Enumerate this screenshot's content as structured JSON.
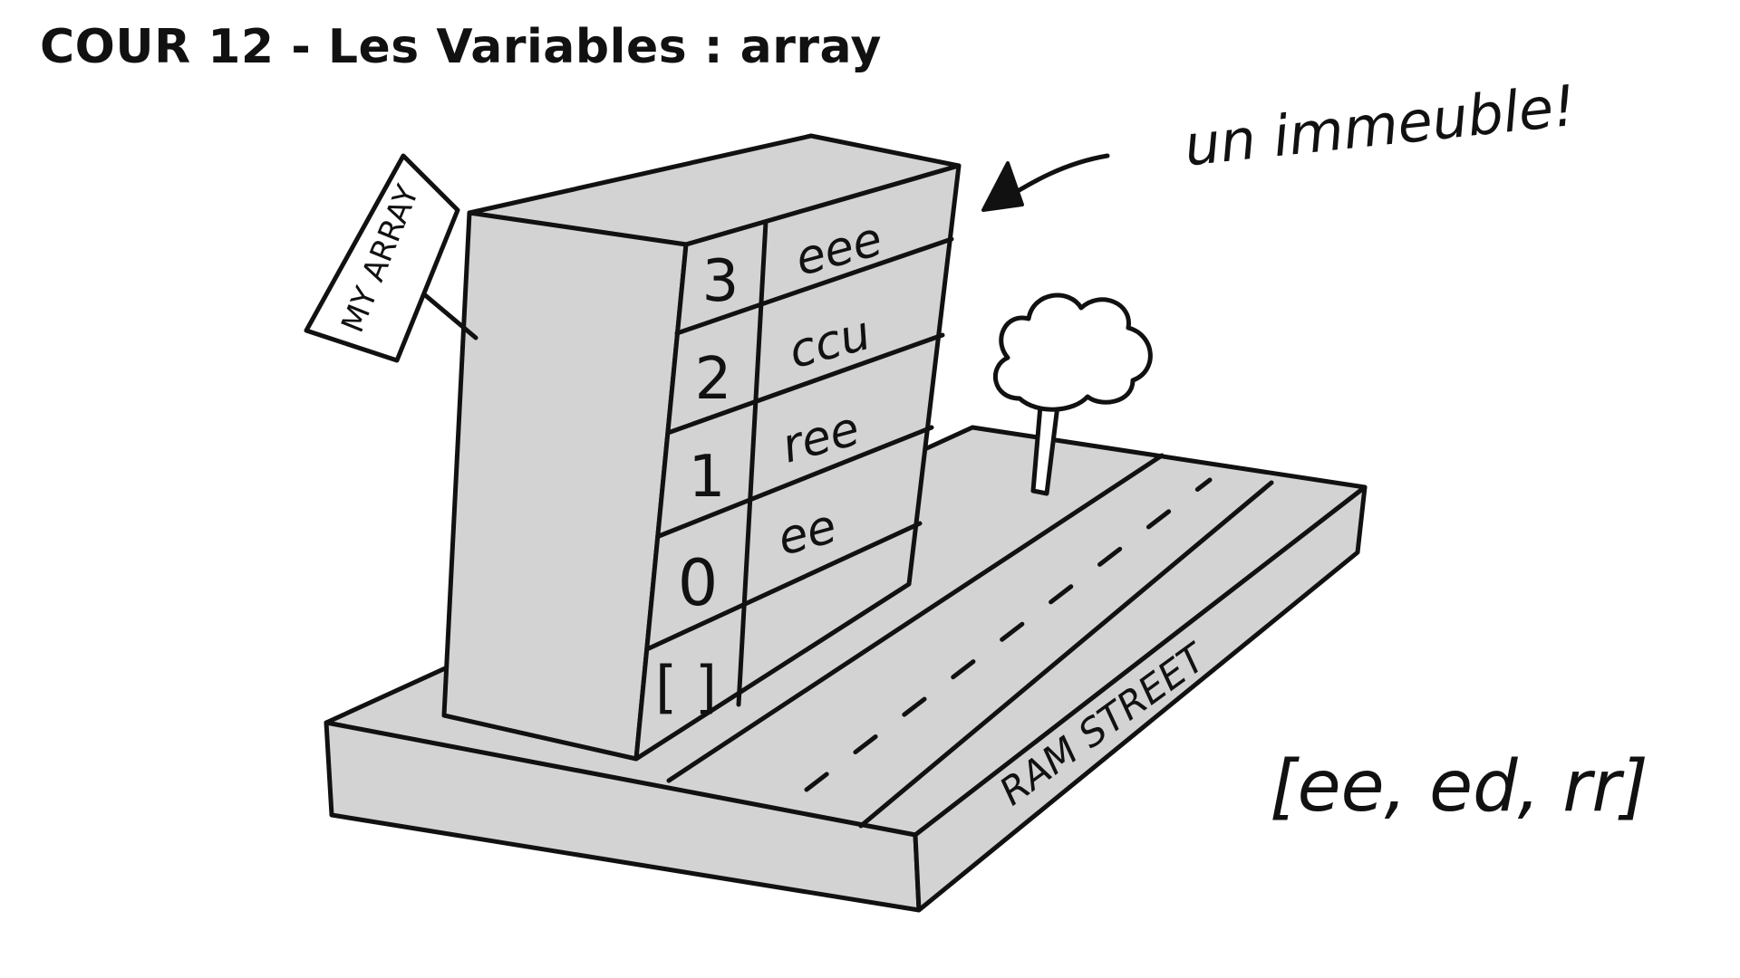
{
  "title": "COUR 12 - Les Variables : array",
  "colors": {
    "fill": "#d3d3d3",
    "ink": "#111111"
  },
  "sign_label": "MY ARRAY",
  "callout": "un immeuble!",
  "street_label": "RAM STREET",
  "floors": [
    {
      "index": "3",
      "value": "eee"
    },
    {
      "index": "2",
      "value": "ccu"
    },
    {
      "index": "1",
      "value": "ree"
    },
    {
      "index": "0",
      "value": "ee"
    },
    {
      "index": "[ ]",
      "value": ""
    }
  ],
  "array_literal": "[ee, ed, rr]"
}
